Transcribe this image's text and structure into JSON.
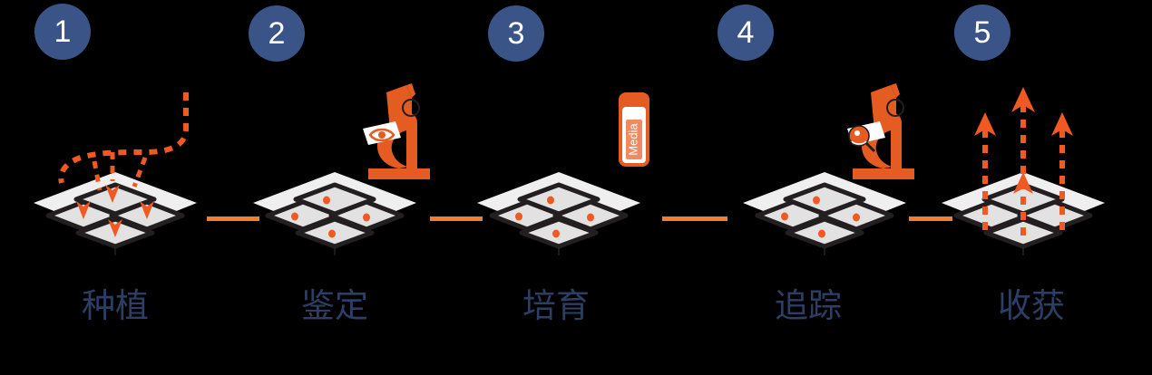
{
  "diagram": {
    "title": "",
    "background_color": "#000000",
    "badge_color": "#3b5487",
    "badge_text_color": "#ffffff",
    "caption_color": "#2c3e63",
    "accent_color": "#ef7f33",
    "arrow_color": "#f05a22",
    "plate_color": "#efefef",
    "well_color": "#e2e2e2",
    "well_border_color": "#231f20",
    "vial_label_text": "Media",
    "steps": [
      {
        "number": "1",
        "label": "种植",
        "icon": "plate-with-incoming-arrows-icon",
        "accessory": "none"
      },
      {
        "number": "2",
        "label": "鉴定",
        "icon": "plate-with-colonies-icon",
        "accessory": "microscope-eye-icon"
      },
      {
        "number": "3",
        "label": "培育",
        "icon": "plate-with-colonies-icon",
        "accessory": "media-vial-icon"
      },
      {
        "number": "4",
        "label": "追踪",
        "icon": "plate-with-colonies-icon",
        "accessory": "microscope-magnifier-icon"
      },
      {
        "number": "5",
        "label": "收获",
        "icon": "plate-with-outgoing-arrows-icon",
        "accessory": "none"
      }
    ],
    "connectors": [
      {
        "label": "connector-1-2"
      },
      {
        "label": "connector-2-3"
      },
      {
        "label": "connector-3-4"
      },
      {
        "label": "connector-4-5"
      }
    ]
  }
}
